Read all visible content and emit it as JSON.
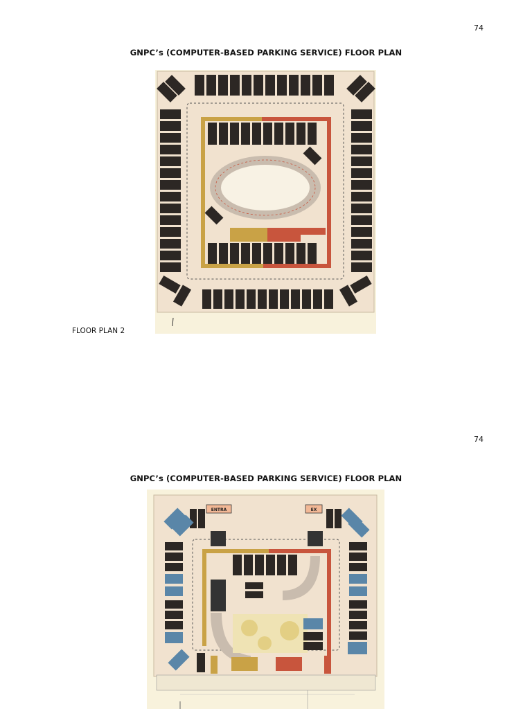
{
  "page1": {
    "page_number": "74",
    "title": "GNPC’s (COMPUTER-BASED PARKING SERVICE)  FLOOR PLAN",
    "caption": "FLOOR PLAN 2"
  },
  "page2": {
    "page_number": "74",
    "title": "GNPC’s (COMPUTER-BASED PARKING SERVICE)  FLOOR PLAN",
    "signs": {
      "entrance": "ENTRA",
      "exit": "EX"
    }
  },
  "colors": {
    "paper": "#f6f0dc",
    "floor": "#f1e2cf",
    "stall": "#2c2724",
    "yellow_stripe": "#c9a246",
    "red_stripe": "#c8553d",
    "ramp": "#c9bcae",
    "handicap": "#5a86a8"
  },
  "icons": [
    "handicap-icon",
    "direction-arrow-icon"
  ]
}
